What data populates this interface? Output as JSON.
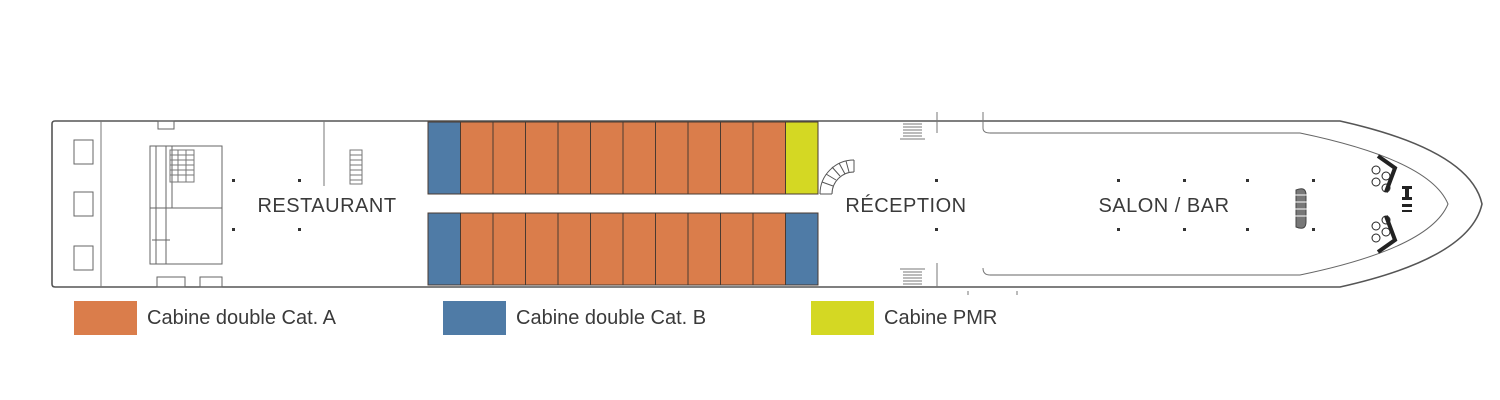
{
  "deck_plan": {
    "rooms": {
      "restaurant": "RESTAURANT",
      "reception": "RÉCEPTION",
      "salon_bar": "SALON / BAR"
    },
    "cabin_rows": {
      "top": [
        "cat_b",
        "cat_a",
        "cat_a",
        "cat_a",
        "cat_a",
        "cat_a",
        "cat_a",
        "cat_a",
        "cat_a",
        "cat_a",
        "cat_a",
        "pmr"
      ],
      "bottom": [
        "cat_b",
        "cat_a",
        "cat_a",
        "cat_a",
        "cat_a",
        "cat_a",
        "cat_a",
        "cat_a",
        "cat_a",
        "cat_a",
        "cat_a",
        "cat_b"
      ]
    }
  },
  "legend": [
    {
      "key": "cat_a",
      "label": "Cabine double Cat. A",
      "color": "#DA7D4B"
    },
    {
      "key": "cat_b",
      "label": "Cabine double Cat. B",
      "color": "#4F7BA6"
    },
    {
      "key": "pmr",
      "label": "Cabine PMR",
      "color": "#D4D823"
    }
  ]
}
